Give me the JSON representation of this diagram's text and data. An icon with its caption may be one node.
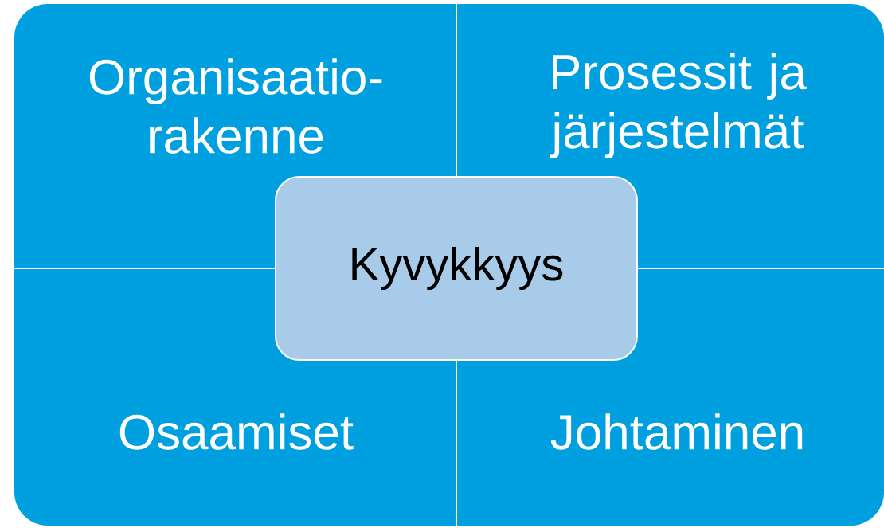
{
  "diagram": {
    "nodes": [
      {
        "text": [
          "Organisaatio-rakenne"
        ]
      },
      {
        "text": [
          "Prosessit ja järjestelmät"
        ]
      },
      {
        "text": [
          "Kyvykkyys"
        ]
      },
      {
        "text": [
          "Osaamiset"
        ]
      },
      {
        "text": [
          "Johtaminen"
        ]
      }
    ]
  }
}
